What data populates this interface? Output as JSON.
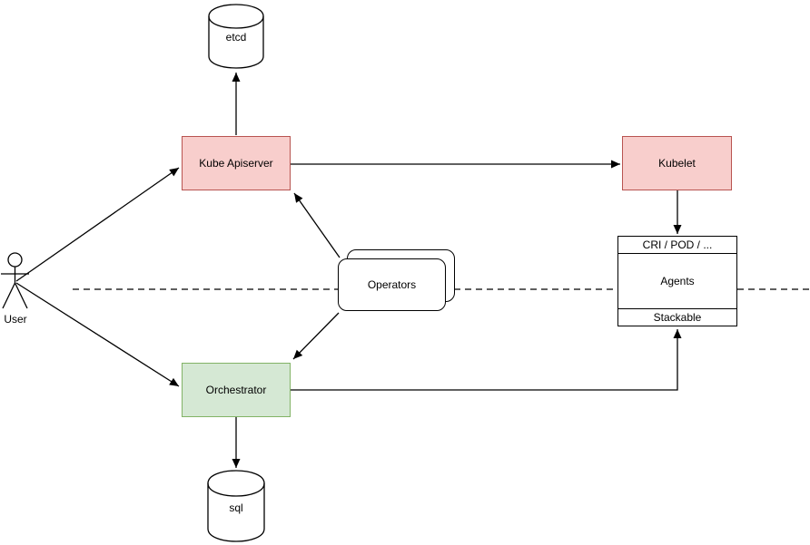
{
  "nodes": {
    "user": {
      "label": "User",
      "type": "actor"
    },
    "etcd": {
      "label": "etcd",
      "type": "cylinder"
    },
    "kube_apiserver": {
      "label": "Kube Apiserver",
      "type": "rect"
    },
    "kubelet": {
      "label": "Kubelet",
      "type": "rect"
    },
    "operators": {
      "label": "Operators",
      "type": "stacked-rounded-rect"
    },
    "orchestrator": {
      "label": "Orchestrator",
      "type": "rect"
    },
    "node_stack": {
      "top": {
        "label": "CRI / POD / ..."
      },
      "middle": {
        "label": "Agents"
      },
      "bottom": {
        "label": "Stackable"
      }
    },
    "sql": {
      "label": "sql",
      "type": "cylinder"
    }
  },
  "edges": [
    {
      "from": "user",
      "to": "kube_apiserver",
      "style": "solid-arrow"
    },
    {
      "from": "user",
      "to": "orchestrator",
      "style": "solid-arrow"
    },
    {
      "from": "kube_apiserver",
      "to": "etcd",
      "style": "solid-arrow"
    },
    {
      "from": "kube_apiserver",
      "to": "kubelet",
      "style": "solid-arrow"
    },
    {
      "from": "kubelet",
      "to": "node_stack.top",
      "style": "solid-arrow"
    },
    {
      "from": "operators",
      "to": "kube_apiserver",
      "style": "solid-arrow"
    },
    {
      "from": "operators",
      "to": "orchestrator",
      "style": "solid-arrow"
    },
    {
      "from": "orchestrator",
      "to": "sql",
      "style": "solid-arrow"
    },
    {
      "from": "orchestrator",
      "to": "node_stack.bottom",
      "style": "solid-arrow-elbow"
    },
    {
      "style": "dashed-horizontal-divider"
    }
  ],
  "colors": {
    "red_node_fill": "#f8cecc",
    "red_node_stroke": "#b85450",
    "green_node_fill": "#d5e8d4",
    "green_node_stroke": "#82b366",
    "plain_node_fill": "#ffffff",
    "line": "#000000",
    "background": "#ffffff"
  }
}
